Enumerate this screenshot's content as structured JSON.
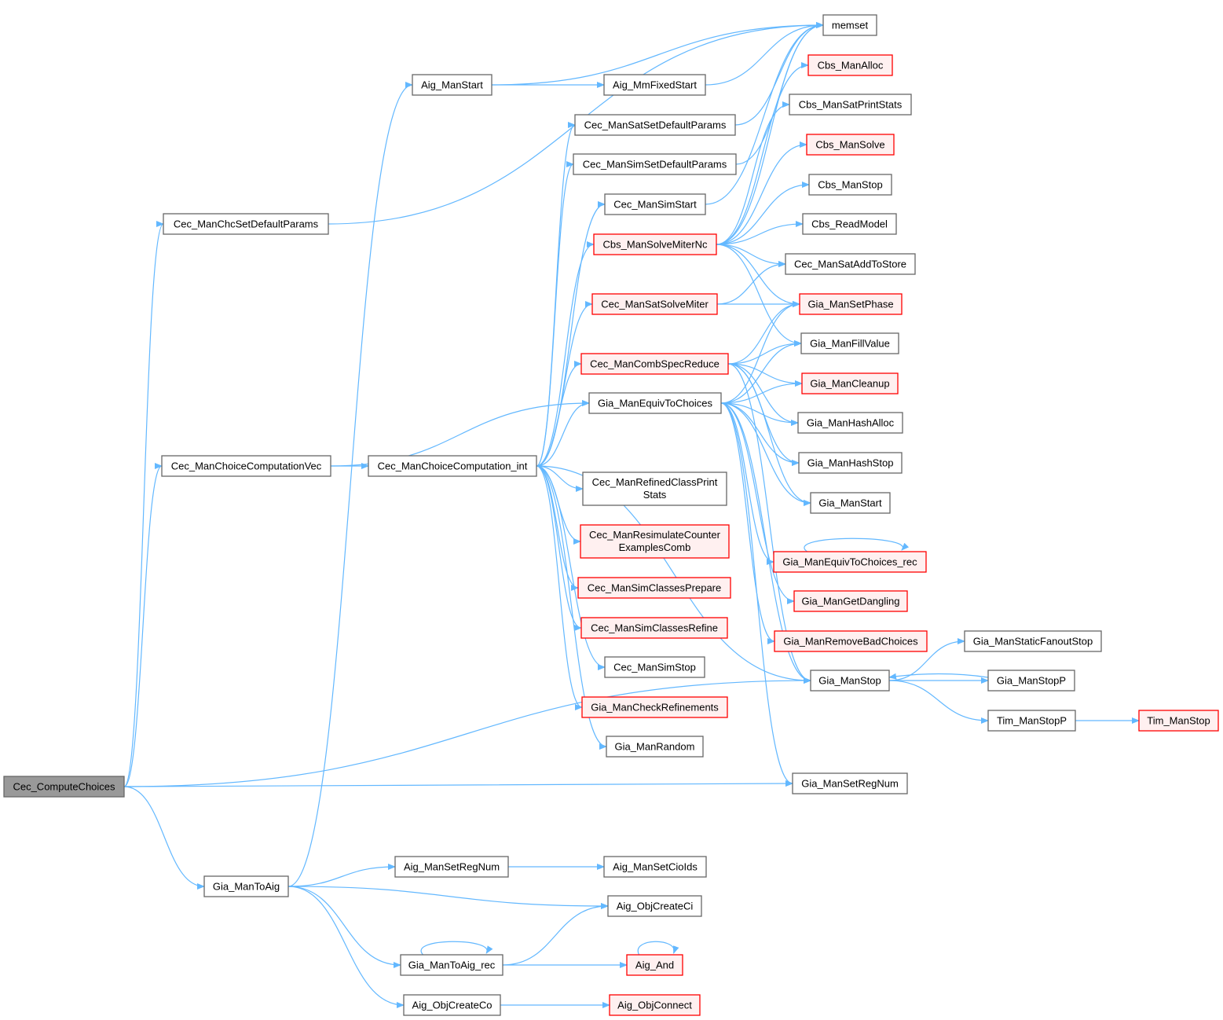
{
  "colors": {
    "edge": "#63b8ff",
    "root_fill": "#999999",
    "red_border": "#ff0000",
    "red_fill": "#fff0f0",
    "normal_border": "#666666"
  },
  "nodes": [
    {
      "id": "ccc",
      "label": [
        "Cec_ComputeChoices"
      ],
      "style": "root"
    },
    {
      "id": "chcset",
      "label": [
        "Cec_ManChcSetDefaultParams"
      ],
      "style": "normal"
    },
    {
      "id": "choicevec",
      "label": [
        "Cec_ManChoiceComputationVec"
      ],
      "style": "normal"
    },
    {
      "id": "toaig",
      "label": [
        "Gia_ManToAig"
      ],
      "style": "normal"
    },
    {
      "id": "aigstart",
      "label": [
        "Aig_ManStart"
      ],
      "style": "normal"
    },
    {
      "id": "compint",
      "label": [
        "Cec_ManChoiceComputation_int"
      ],
      "style": "normal"
    },
    {
      "id": "aigsetreg",
      "label": [
        "Aig_ManSetRegNum"
      ],
      "style": "normal"
    },
    {
      "id": "toaigrec",
      "label": [
        "Gia_ManToAig_rec"
      ],
      "style": "normal"
    },
    {
      "id": "createco",
      "label": [
        "Aig_ObjCreateCo"
      ],
      "style": "normal"
    },
    {
      "id": "mmfixed",
      "label": [
        "Aig_MmFixedStart"
      ],
      "style": "normal"
    },
    {
      "id": "satset",
      "label": [
        "Cec_ManSatSetDefaultParams"
      ],
      "style": "normal"
    },
    {
      "id": "simset",
      "label": [
        "Cec_ManSimSetDefaultParams"
      ],
      "style": "normal"
    },
    {
      "id": "simstart",
      "label": [
        "Cec_ManSimStart"
      ],
      "style": "normal"
    },
    {
      "id": "cbsmiter",
      "label": [
        "Cbs_ManSolveMiterNc"
      ],
      "style": "red"
    },
    {
      "id": "satmiter",
      "label": [
        "Cec_ManSatSolveMiter"
      ],
      "style": "red"
    },
    {
      "id": "combspec",
      "label": [
        "Cec_ManCombSpecReduce"
      ],
      "style": "red"
    },
    {
      "id": "equiv",
      "label": [
        "Gia_ManEquivToChoices"
      ],
      "style": "normal"
    },
    {
      "id": "refined",
      "label": [
        "Cec_ManRefinedClassPrint",
        "Stats"
      ],
      "style": "normal"
    },
    {
      "id": "resim",
      "label": [
        "Cec_ManResimulateCounter",
        "ExamplesComb"
      ],
      "style": "red"
    },
    {
      "id": "prepare",
      "label": [
        "Cec_ManSimClassesPrepare"
      ],
      "style": "red"
    },
    {
      "id": "refine",
      "label": [
        "Cec_ManSimClassesRefine"
      ],
      "style": "red"
    },
    {
      "id": "simstop",
      "label": [
        "Cec_ManSimStop"
      ],
      "style": "normal"
    },
    {
      "id": "checkref",
      "label": [
        "Gia_ManCheckRefinements"
      ],
      "style": "red"
    },
    {
      "id": "random",
      "label": [
        "Gia_ManRandom"
      ],
      "style": "normal"
    },
    {
      "id": "cioids",
      "label": [
        "Aig_ManSetCioIds"
      ],
      "style": "normal"
    },
    {
      "id": "createci",
      "label": [
        "Aig_ObjCreateCi"
      ],
      "style": "normal"
    },
    {
      "id": "aigand",
      "label": [
        "Aig_And"
      ],
      "style": "red"
    },
    {
      "id": "connect",
      "label": [
        "Aig_ObjConnect"
      ],
      "style": "red"
    },
    {
      "id": "memset",
      "label": [
        "memset"
      ],
      "style": "normal"
    },
    {
      "id": "cbsalloc",
      "label": [
        "Cbs_ManAlloc"
      ],
      "style": "red"
    },
    {
      "id": "cbsprint",
      "label": [
        "Cbs_ManSatPrintStats"
      ],
      "style": "normal"
    },
    {
      "id": "cbssolve",
      "label": [
        "Cbs_ManSolve"
      ],
      "style": "red"
    },
    {
      "id": "cbsstop",
      "label": [
        "Cbs_ManStop"
      ],
      "style": "normal"
    },
    {
      "id": "cbsread",
      "label": [
        "Cbs_ReadModel"
      ],
      "style": "normal"
    },
    {
      "id": "addstore",
      "label": [
        "Cec_ManSatAddToStore"
      ],
      "style": "normal"
    },
    {
      "id": "setphase",
      "label": [
        "Gia_ManSetPhase"
      ],
      "style": "red"
    },
    {
      "id": "fillvalue",
      "label": [
        "Gia_ManFillValue"
      ],
      "style": "normal"
    },
    {
      "id": "cleanup",
      "label": [
        "Gia_ManCleanup"
      ],
      "style": "red"
    },
    {
      "id": "hashalloc",
      "label": [
        "Gia_ManHashAlloc"
      ],
      "style": "normal"
    },
    {
      "id": "hashstop",
      "label": [
        "Gia_ManHashStop"
      ],
      "style": "normal"
    },
    {
      "id": "giastart",
      "label": [
        "Gia_ManStart"
      ],
      "style": "normal"
    },
    {
      "id": "equivrec",
      "label": [
        "Gia_ManEquivToChoices_rec"
      ],
      "style": "red"
    },
    {
      "id": "dangling",
      "label": [
        "Gia_ManGetDangling"
      ],
      "style": "red"
    },
    {
      "id": "removebad",
      "label": [
        "Gia_ManRemoveBadChoices"
      ],
      "style": "red"
    },
    {
      "id": "giastop",
      "label": [
        "Gia_ManStop"
      ],
      "style": "normal"
    },
    {
      "id": "giasetreg",
      "label": [
        "Gia_ManSetRegNum"
      ],
      "style": "normal"
    },
    {
      "id": "fanoutstop",
      "label": [
        "Gia_ManStaticFanoutStop"
      ],
      "style": "normal"
    },
    {
      "id": "stopp",
      "label": [
        "Gia_ManStopP"
      ],
      "style": "normal"
    },
    {
      "id": "timstopp",
      "label": [
        "Tim_ManStopP"
      ],
      "style": "normal"
    },
    {
      "id": "timstop",
      "label": [
        "Tim_ManStop"
      ],
      "style": "red"
    }
  ],
  "edges": [
    [
      "ccc",
      "chcset"
    ],
    [
      "ccc",
      "choicevec"
    ],
    [
      "ccc",
      "giastop"
    ],
    [
      "ccc",
      "giasetreg"
    ],
    [
      "ccc",
      "toaig"
    ],
    [
      "chcset",
      "memset"
    ],
    [
      "choicevec",
      "compint"
    ],
    [
      "choicevec",
      "equiv"
    ],
    [
      "toaig",
      "aigstart"
    ],
    [
      "toaig",
      "aigsetreg"
    ],
    [
      "toaig",
      "createci"
    ],
    [
      "toaig",
      "toaigrec"
    ],
    [
      "toaig",
      "createco"
    ],
    [
      "aigstart",
      "memset"
    ],
    [
      "aigstart",
      "mmfixed"
    ],
    [
      "mmfixed",
      "memset"
    ],
    [
      "compint",
      "satset"
    ],
    [
      "compint",
      "simset"
    ],
    [
      "compint",
      "simstart"
    ],
    [
      "compint",
      "cbsmiter"
    ],
    [
      "compint",
      "satmiter"
    ],
    [
      "compint",
      "combspec"
    ],
    [
      "compint",
      "equiv"
    ],
    [
      "compint",
      "refined"
    ],
    [
      "compint",
      "resim"
    ],
    [
      "compint",
      "prepare"
    ],
    [
      "compint",
      "refine"
    ],
    [
      "compint",
      "simstop"
    ],
    [
      "compint",
      "checkref"
    ],
    [
      "compint",
      "random"
    ],
    [
      "compint",
      "giastop"
    ],
    [
      "satset",
      "memset"
    ],
    [
      "simset",
      "memset"
    ],
    [
      "simstart",
      "memset"
    ],
    [
      "cbsmiter",
      "memset"
    ],
    [
      "cbsmiter",
      "cbsalloc"
    ],
    [
      "cbsmiter",
      "cbsprint"
    ],
    [
      "cbsmiter",
      "cbssolve"
    ],
    [
      "cbsmiter",
      "cbsstop"
    ],
    [
      "cbsmiter",
      "cbsread"
    ],
    [
      "cbsmiter",
      "addstore"
    ],
    [
      "cbsmiter",
      "setphase"
    ],
    [
      "cbsmiter",
      "fillvalue"
    ],
    [
      "satmiter",
      "addstore"
    ],
    [
      "satmiter",
      "setphase"
    ],
    [
      "combspec",
      "setphase"
    ],
    [
      "combspec",
      "fillvalue"
    ],
    [
      "combspec",
      "cleanup"
    ],
    [
      "combspec",
      "hashalloc"
    ],
    [
      "combspec",
      "hashstop"
    ],
    [
      "combspec",
      "giastart"
    ],
    [
      "combspec",
      "giastop"
    ],
    [
      "equiv",
      "setphase"
    ],
    [
      "equiv",
      "fillvalue"
    ],
    [
      "equiv",
      "cleanup"
    ],
    [
      "equiv",
      "hashalloc"
    ],
    [
      "equiv",
      "hashstop"
    ],
    [
      "equiv",
      "giastart"
    ],
    [
      "equiv",
      "equivrec"
    ],
    [
      "equiv",
      "dangling"
    ],
    [
      "equiv",
      "removebad"
    ],
    [
      "equiv",
      "giastop"
    ],
    [
      "equiv",
      "giasetreg"
    ],
    [
      "aigsetreg",
      "cioids"
    ],
    [
      "toaigrec",
      "toaigrec"
    ],
    [
      "toaigrec",
      "createci"
    ],
    [
      "toaigrec",
      "aigand"
    ],
    [
      "aigand",
      "aigand"
    ],
    [
      "createco",
      "connect"
    ],
    [
      "equivrec",
      "equivrec"
    ],
    [
      "giastop",
      "fanoutstop"
    ],
    [
      "giastop",
      "stopp"
    ],
    [
      "giastop",
      "timstopp"
    ],
    [
      "stopp",
      "giastop"
    ],
    [
      "timstopp",
      "timstop"
    ]
  ]
}
